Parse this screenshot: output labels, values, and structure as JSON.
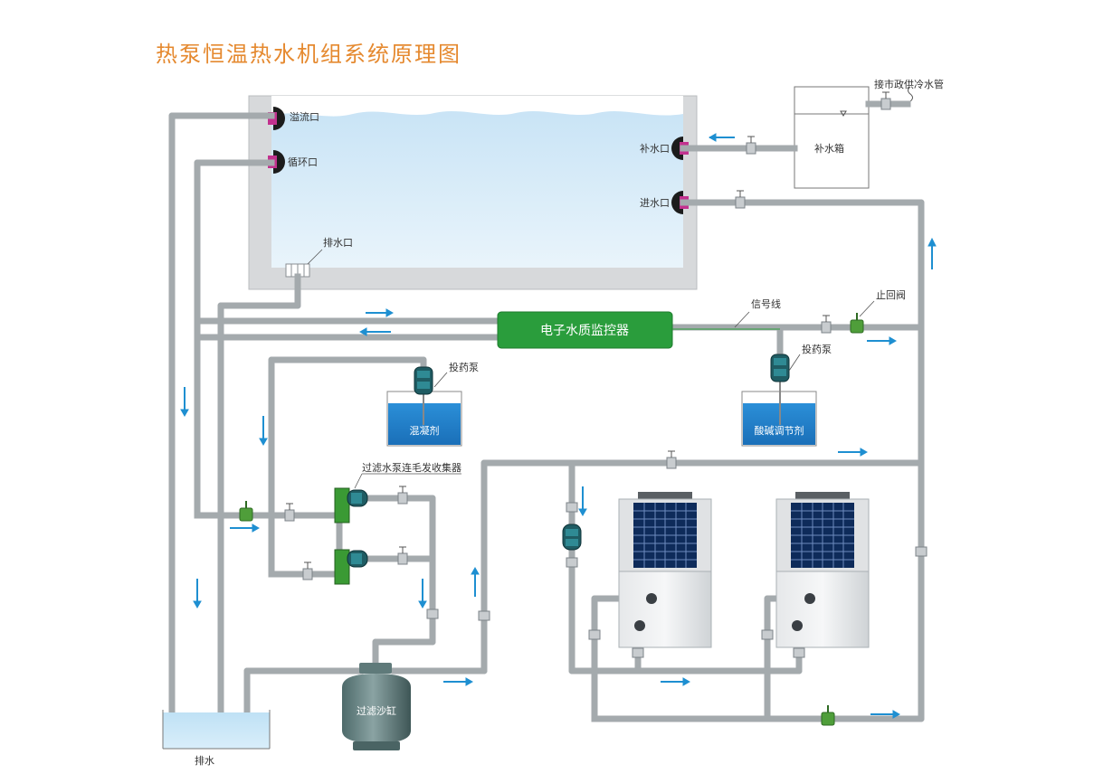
{
  "title": "热泵恒温热水机组系统原理图",
  "labels": {
    "overflow": "溢流口",
    "circulation": "循环口",
    "makeup_port": "补水口",
    "inlet": "进水口",
    "drain_port": "排水口",
    "makeup_tank": "补水箱",
    "city_water": "接市政供冷水管",
    "monitor": "电子水质监控器",
    "signal_line": "信号线",
    "check_valve": "止回阀",
    "dosing_pump_1": "投药泵",
    "dosing_pump_2": "投药泵",
    "coagulant": "混凝剂",
    "ph_agent": "酸碱调节剂",
    "filter_pump": "过滤水泵连毛发收集器",
    "sand_filter": "过滤沙缸",
    "drain": "排水"
  },
  "colors": {
    "title": "#e5892f",
    "water": "#1e8fd1",
    "pipe": "#a4aaad",
    "monitor": "#2a9d3c",
    "arrow": "#1e8fd1"
  },
  "icons": [
    "heat-pump-unit-icon",
    "pump-icon",
    "valve-icon",
    "check-valve-icon",
    "sand-filter-icon"
  ]
}
